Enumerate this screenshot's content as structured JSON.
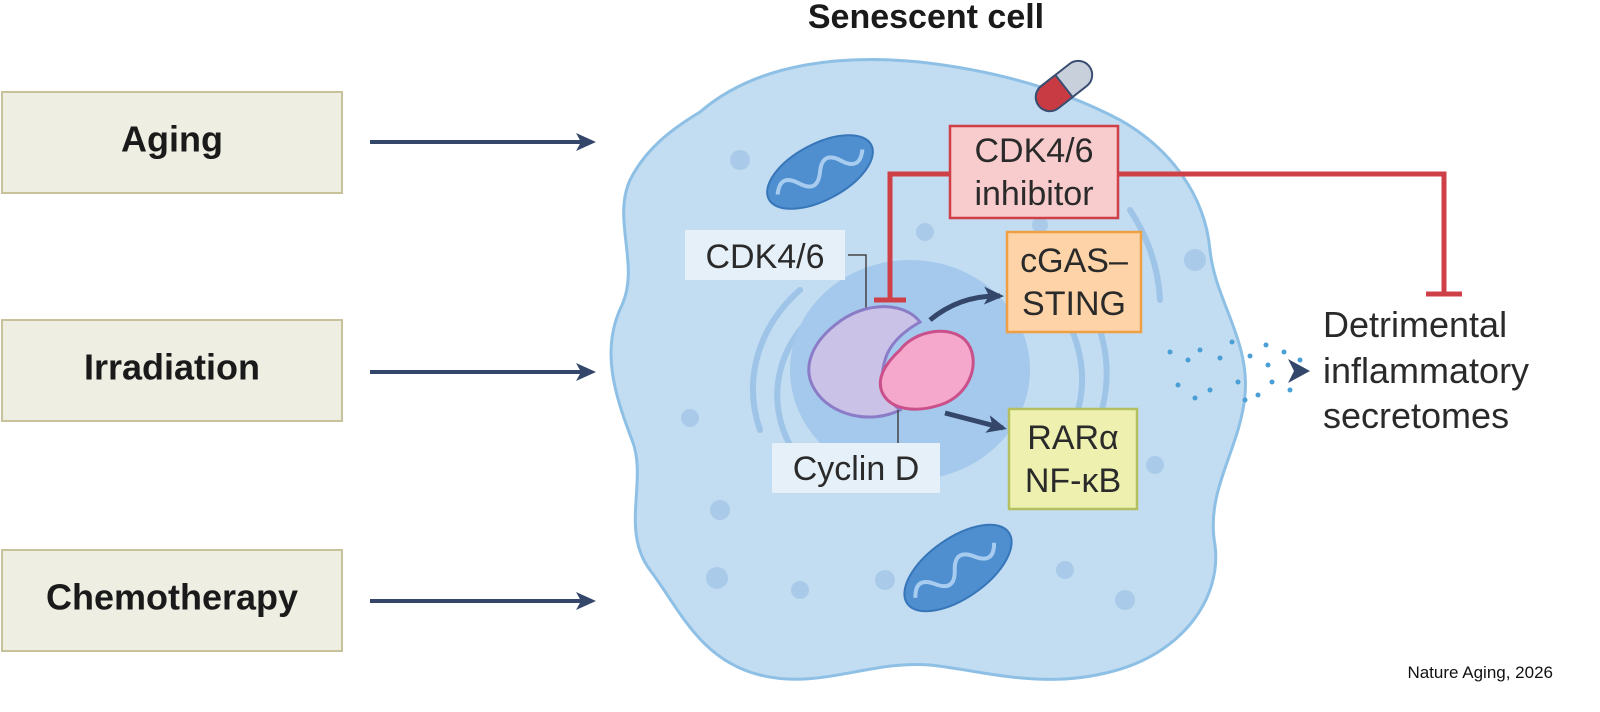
{
  "title": "Senescent cell",
  "stimuli": [
    "Aging",
    "Irradiation",
    "Chemotherapy"
  ],
  "inhibitor": {
    "line1": "CDK4/6",
    "line2": "inhibitor"
  },
  "labels": {
    "cdk": "CDK4/6",
    "cyclin": "Cyclin D",
    "cgas_line1": "cGAS–",
    "cgas_line2": "STING",
    "rar_line1": "RARα",
    "rar_line2": "NF-κB"
  },
  "outcome": {
    "line1": "Detrimental",
    "line2": "inflammatory",
    "line3": "secretomes"
  },
  "credit": "Nature Aging, 2026",
  "colors": {
    "stimulus_fill": "#eeeee2",
    "stimulus_border": "#c8c29a",
    "arrow": "#34476a",
    "cell_fill": "#c2dcf1",
    "cell_border": "#8ec0e6",
    "nucleus": "#a4c9ec",
    "inhibition": "#cf3f48",
    "inhibitor_fill": "#f8cccd",
    "cgas_fill": "#fdd3a7",
    "cgas_border": "#f0a044",
    "rar_fill": "#eef0b0",
    "rar_border": "#b4c060",
    "cdk_fill": "#cbc3e7",
    "cyclin_fill": "#f5a8cb",
    "secretome_dots": "#4a9fd6"
  }
}
